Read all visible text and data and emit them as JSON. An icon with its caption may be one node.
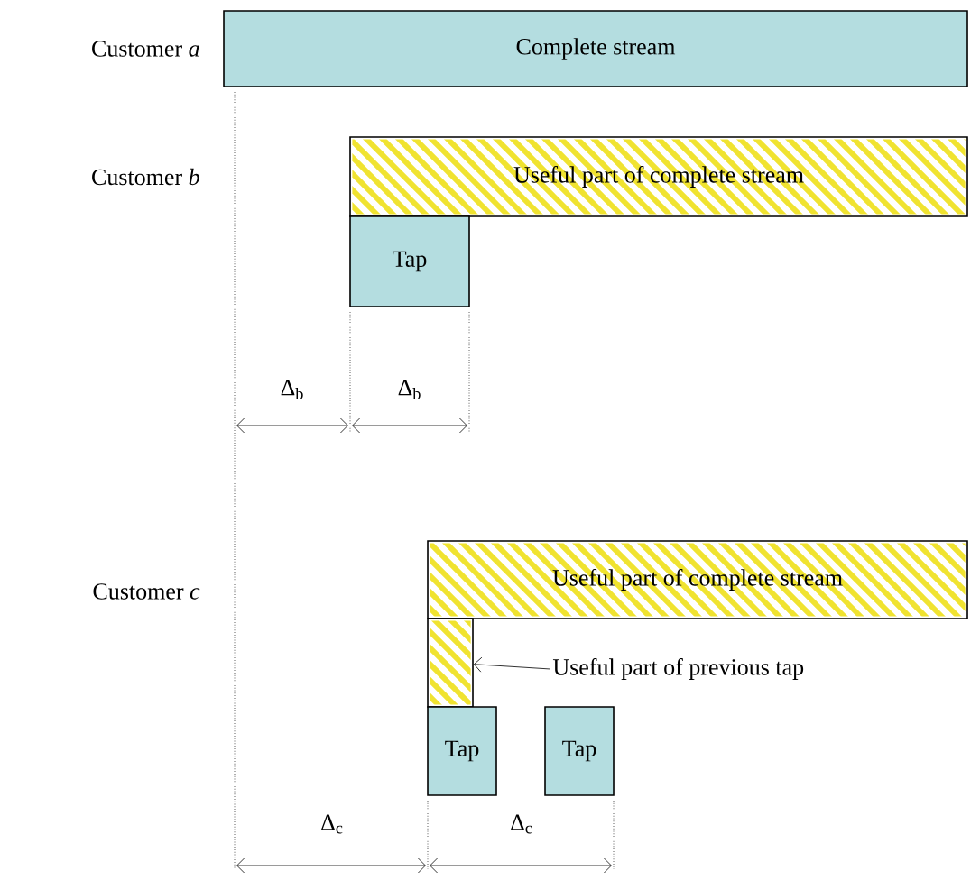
{
  "diagram": {
    "nodes": [
      {
        "text": [
          "Complete stream"
        ]
      },
      {
        "text": [
          "Useful part of complete stream"
        ]
      },
      {
        "text": [
          "Tap"
        ]
      },
      {
        "text": [
          "Useful part of complete stream"
        ]
      },
      {
        "text": [],
        "shape": "box"
      },
      {
        "text": [
          "Useful part of previous tap"
        ]
      },
      {
        "text": [
          "Tap"
        ]
      },
      {
        "text": [
          "Tap"
        ]
      }
    ],
    "edges": [
      {
        "from": 5,
        "to": 4,
        "arrow": "to"
      }
    ],
    "labels": [
      "Customer *a*",
      "Customer *b*",
      "Δ$_{b}$",
      "Δ$_{b}$",
      "Customer *c*",
      "Δ$_{c}$",
      "Δ$_{c}$"
    ]
  }
}
